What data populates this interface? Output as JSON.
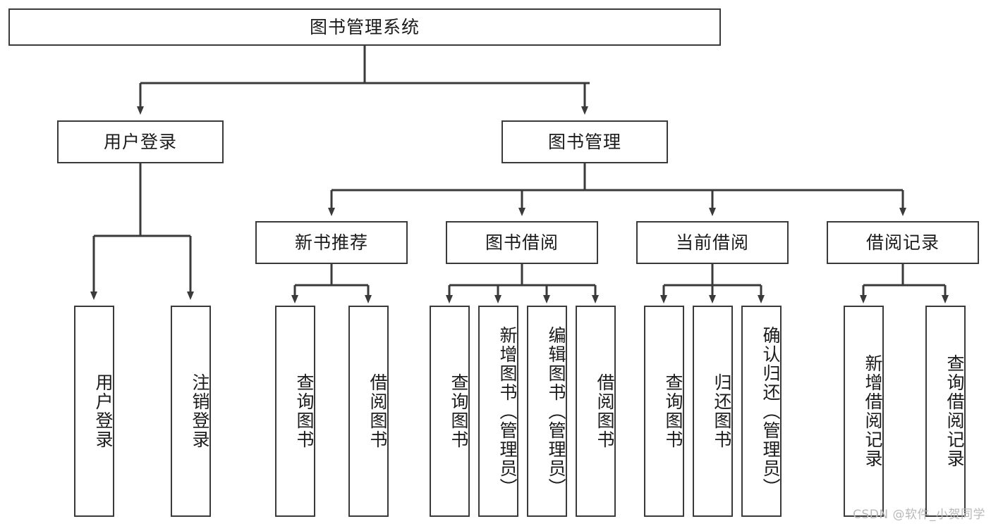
{
  "diagram": {
    "type": "tree-hierarchy-chart",
    "title": "图书管理系统",
    "orientation": "top-down",
    "colors": {
      "box_border": "#3a3a3a",
      "box_fill": "#ffffff",
      "edge": "#3a3a3a",
      "text": "#1b1b1b",
      "watermark": "#b9b9b9"
    },
    "root": {
      "label": "图书管理系统"
    },
    "level2": [
      {
        "label": "用户登录"
      },
      {
        "label": "图书管理"
      }
    ],
    "level3": [
      {
        "label": "新书推荐"
      },
      {
        "label": "图书借阅"
      },
      {
        "label": "当前借阅"
      },
      {
        "label": "借阅记录"
      }
    ],
    "leaves": {
      "user_login": [
        {
          "label": "用户登录"
        },
        {
          "label": "注销登录"
        }
      ],
      "new_book_recommend": [
        {
          "label": "查询图书"
        },
        {
          "label": "借阅图书"
        }
      ],
      "book_borrow": [
        {
          "label": "查询图书"
        },
        {
          "label": "新增图书（管理员）"
        },
        {
          "label": "编辑图书（管理员）"
        },
        {
          "label": "借阅图书"
        }
      ],
      "current_borrow": [
        {
          "label": "查询图书"
        },
        {
          "label": "归还图书"
        },
        {
          "label": "确认归还（管理员）"
        }
      ],
      "borrow_record": [
        {
          "label": "新增借阅记录"
        },
        {
          "label": "查询借阅记录"
        }
      ]
    }
  },
  "watermark": {
    "text": "CSDN @软件_小贺同学"
  }
}
